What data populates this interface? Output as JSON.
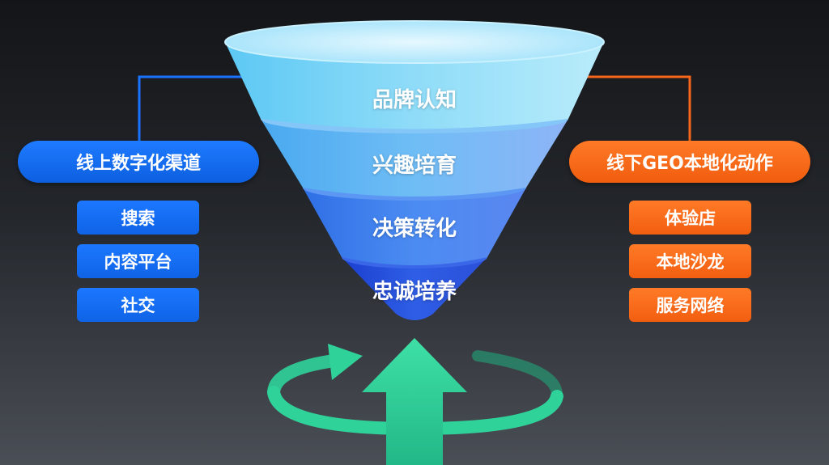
{
  "funnel": {
    "layers": [
      {
        "label": "品牌认知"
      },
      {
        "label": "兴趣培育"
      },
      {
        "label": "决策转化"
      },
      {
        "label": "忠诚培养"
      }
    ]
  },
  "left": {
    "header": "线上数字化渠道",
    "items": [
      "搜索",
      "内容平台",
      "社交"
    ],
    "color": "#1a73ff"
  },
  "right": {
    "header": "线下GEO本地化动作",
    "items": [
      "体验店",
      "本地沙龙",
      "服务网络"
    ],
    "color": "#f7661a"
  },
  "arrow": {
    "color": "#2fd39a"
  }
}
